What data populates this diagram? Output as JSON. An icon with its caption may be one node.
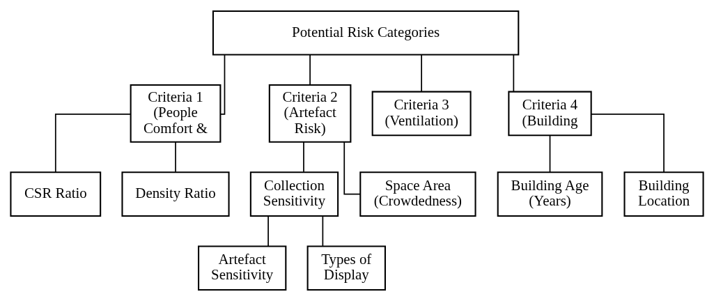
{
  "diagram": {
    "nodes": [
      {
        "text": [
          "Potential Risk Categories"
        ]
      },
      {
        "text": [
          "Criteria 1 (People Comfort &"
        ]
      },
      {
        "text": [
          "Criteria 2 (Artefact Risk)"
        ]
      },
      {
        "text": [
          "Criteria 3 (Ventilation)"
        ]
      },
      {
        "text": [
          "Criteria 4 (Building"
        ]
      },
      {
        "text": [
          "CSR Ratio"
        ]
      },
      {
        "text": [
          "Density Ratio"
        ]
      },
      {
        "text": [
          "Collection Sensitivity"
        ]
      },
      {
        "text": [
          "Space Area (Crowdedness)"
        ]
      },
      {
        "text": [
          "Artefact Sensitivity"
        ]
      },
      {
        "text": [
          "Types of Display"
        ]
      },
      {
        "text": [
          "Building Age (Years)"
        ]
      },
      {
        "text": [
          "Building Location"
        ]
      }
    ],
    "edges": [
      {
        "from": 0,
        "to": 1,
        "arrow": "none"
      },
      {
        "from": 0,
        "to": 2,
        "arrow": "none"
      },
      {
        "from": 0,
        "to": 3,
        "arrow": "none"
      },
      {
        "from": 0,
        "to": 4,
        "arrow": "none"
      },
      {
        "from": 1,
        "to": 5,
        "arrow": "none"
      },
      {
        "from": 1,
        "to": 6,
        "arrow": "none"
      },
      {
        "from": 2,
        "to": 7,
        "arrow": "none"
      },
      {
        "from": 2,
        "to": 8,
        "arrow": "none"
      },
      {
        "from": 7,
        "to": 9,
        "arrow": "none"
      },
      {
        "from": 7,
        "to": 10,
        "arrow": "none"
      },
      {
        "from": 4,
        "to": 11,
        "arrow": "none"
      },
      {
        "from": 4,
        "to": 12,
        "arrow": "none"
      }
    ]
  }
}
